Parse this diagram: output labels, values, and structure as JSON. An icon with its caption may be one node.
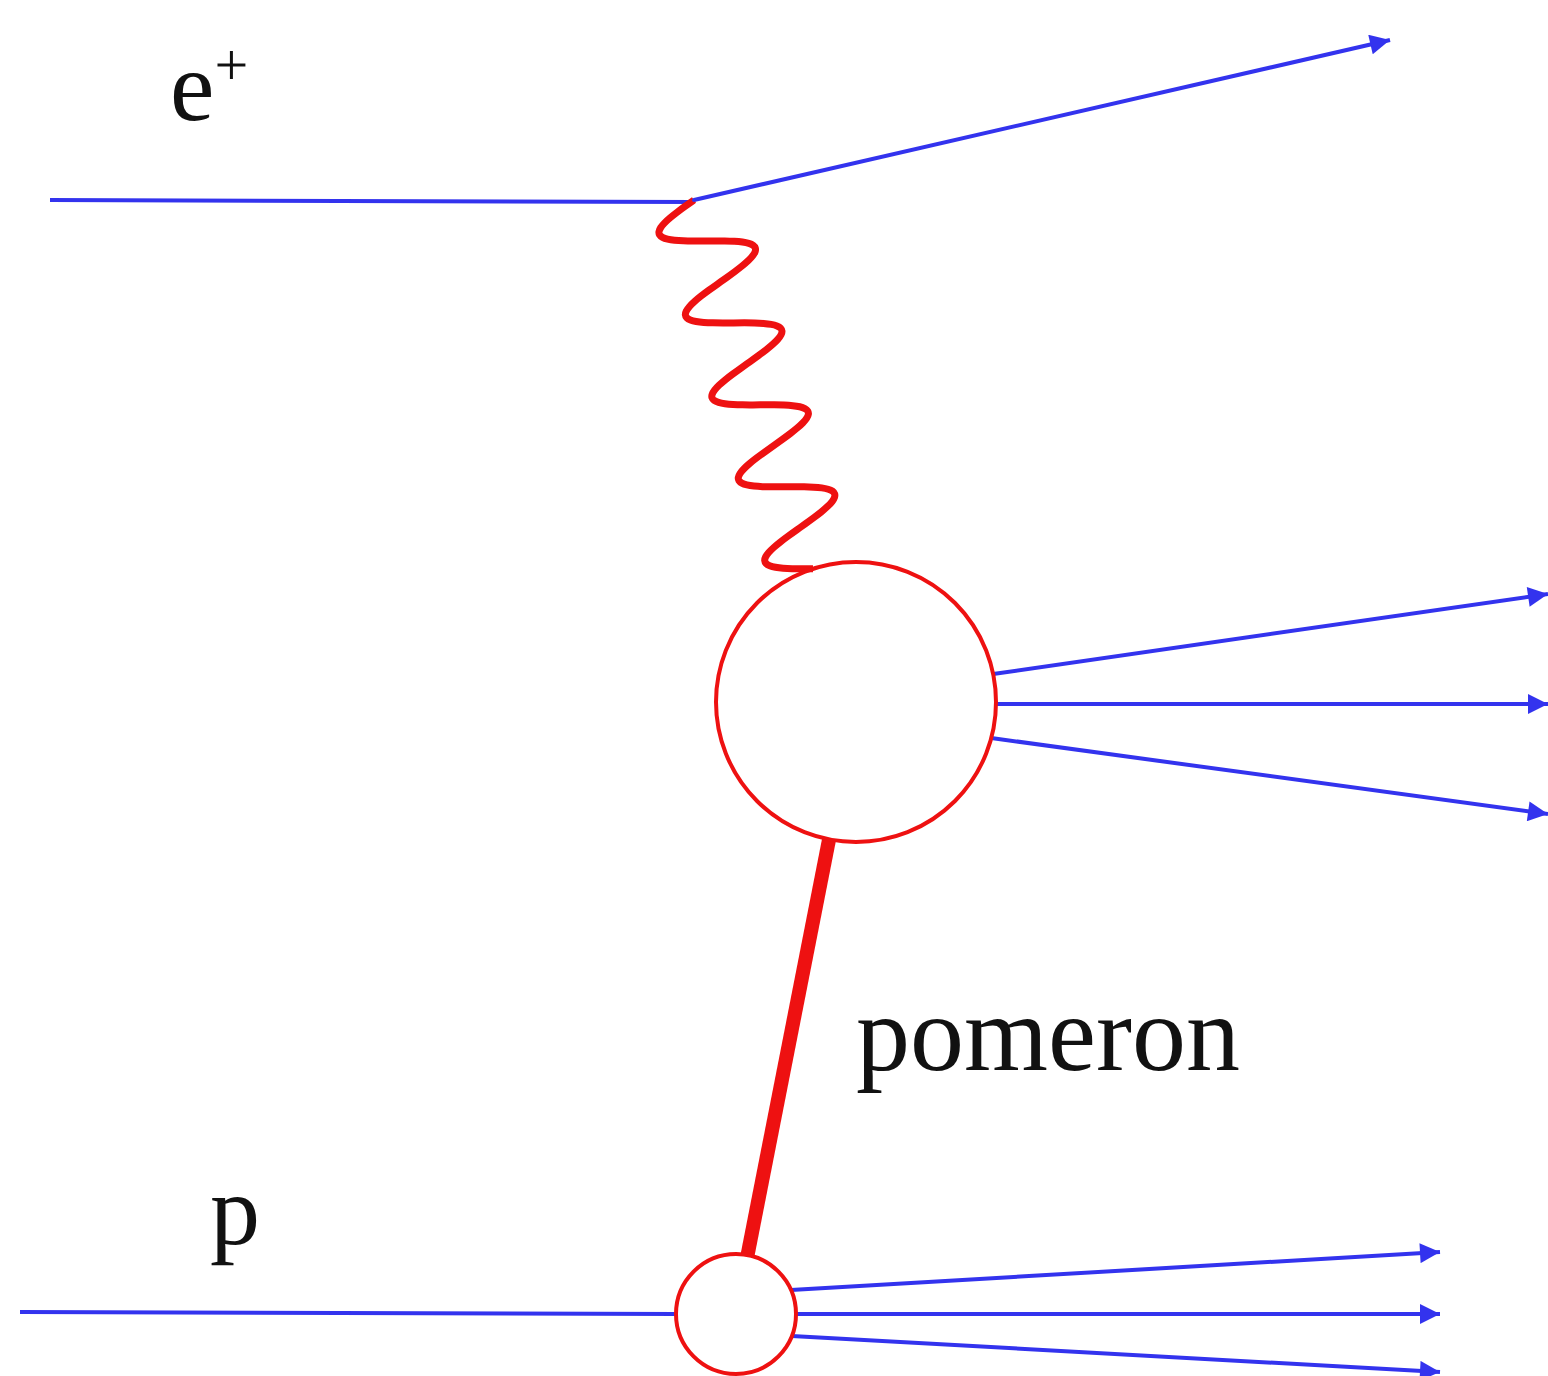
{
  "diagram": {
    "nodes": [
      {
        "text": [],
        "shape": "point"
      },
      {
        "text": [],
        "shape": "circle"
      },
      {
        "text": [],
        "shape": "circle"
      }
    ],
    "edges": [
      {
        "from": null,
        "to": 0,
        "arrow": "none"
      },
      {
        "from": 0,
        "to": null,
        "arrow": "to"
      },
      {
        "from": 0,
        "to": 1,
        "arrow": "none",
        "color": "#ee1111"
      },
      {
        "from": 1,
        "to": null,
        "arrow": "to"
      },
      {
        "from": 1,
        "to": null,
        "arrow": "to"
      },
      {
        "from": 1,
        "to": null,
        "arrow": "to"
      },
      {
        "from": 1,
        "to": 2,
        "arrow": "none",
        "label": "pomeron",
        "style": "thick",
        "color": "#ee1111"
      },
      {
        "from": null,
        "to": 2,
        "arrow": "none"
      },
      {
        "from": 2,
        "to": null,
        "arrow": "to"
      },
      {
        "from": 2,
        "to": null,
        "arrow": "to"
      },
      {
        "from": 2,
        "to": null,
        "arrow": "to"
      }
    ],
    "labels": [
      "e$^{+}$",
      "p"
    ]
  }
}
